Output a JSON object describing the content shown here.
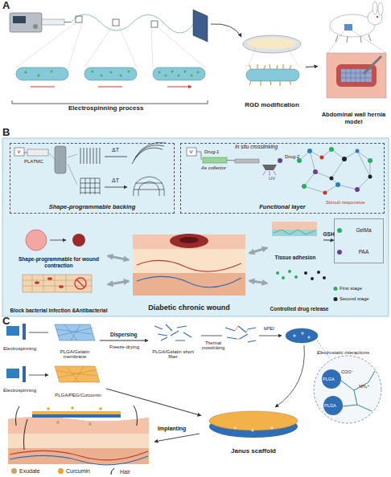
{
  "diagram": {
    "nodes": [
      {
        "text": [
          "RGD modification"
        ]
      },
      {
        "text": [
          "Abdominal wall hernia model"
        ]
      },
      {
        "text": [
          "Shape-programmable backing"
        ]
      },
      {
        "text": [
          "Functional layer"
        ]
      },
      {
        "text": [
          "Diabetic chronic wound"
        ]
      },
      {
        "text": [
          "Shape-programmable for wound contraction"
        ]
      },
      {
        "text": [
          "Block bacterial infection &Antibacterial"
        ]
      },
      {
        "text": [
          "Tissue adhesion"
        ]
      },
      {
        "text": [
          "Controlled drug release"
        ]
      },
      {
        "text": [
          "GelMa",
          "PAA"
        ]
      },
      {
        "text": [
          "PLGA/Gelatin membrane"
        ]
      },
      {
        "text": [
          "PLGA/Gelatin short fiber"
        ]
      },
      {
        "text": [
          "PLGA/PEG/Curcumin"
        ]
      },
      {
        "text": [
          "Janus scaffold"
        ]
      }
    ],
    "edges": [
      {
        "from": 0,
        "to": 1,
        "arrow": "to"
      },
      {
        "from": 4,
        "to": 5,
        "arrow": "both"
      },
      {
        "from": 4,
        "to": 6,
        "arrow": "both"
      },
      {
        "from": 4,
        "to": 7,
        "arrow": "both"
      },
      {
        "from": 4,
        "to": 8,
        "arrow": "both"
      },
      {
        "from": 7,
        "to": 9,
        "arrow": "to",
        "label": "GSH"
      },
      {
        "from": 10,
        "to": 11,
        "arrow": "to",
        "label": "Dispersing"
      },
      {
        "from": 12,
        "to": 13,
        "arrow": "to"
      }
    ],
    "labels": [
      "A",
      "Electrospinning process",
      "B",
      "V",
      "PLATMC",
      "ΔT",
      "ΔT",
      "In situ crosslinking",
      "Drug-1",
      "Drug-2",
      "UV",
      "V",
      "As collector",
      "Stimuli responsive",
      "First stage",
      "Second stage",
      "C",
      "Electrospinning",
      "Freeze-drying",
      "Thermal crosslinking",
      "bPEI",
      "Electrospinning",
      "Electrostatic interactions",
      "PLGA",
      "PLGA",
      "COO⁻",
      "NH₃⁺",
      "Implanting"
    ],
    "legend": [
      {
        "text": "Exudate",
        "color": "#c9a36a"
      },
      {
        "text": "Curcumin",
        "color": "#f0a030"
      },
      {
        "text": "Hair"
      }
    ]
  }
}
